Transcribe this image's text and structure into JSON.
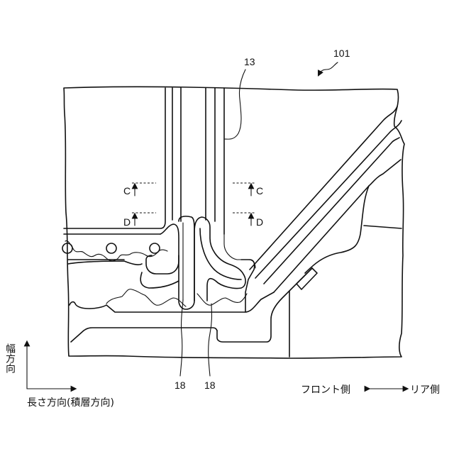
{
  "labels": {
    "figure_ref": "101",
    "part_13": "13",
    "part_18_left": "18",
    "part_18_right": "18",
    "section_c_left": "C",
    "section_c_right": "C",
    "section_d_left": "D",
    "section_d_right": "D"
  },
  "axes": {
    "vertical": "幅方向",
    "horizontal": "長さ方向(積層方向)"
  },
  "direction_legend": {
    "front": "フロント側",
    "rear": "リア側"
  }
}
